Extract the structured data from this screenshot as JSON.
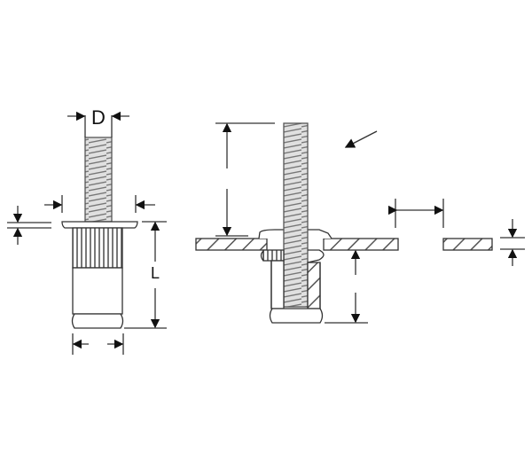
{
  "diagram": {
    "subject": "rivet stud (threaded blind rivet) dimension and installation drawing",
    "views": [
      {
        "name": "side-view",
        "labels": {
          "diameter": "D",
          "length": "L"
        }
      },
      {
        "name": "installed-section-view"
      },
      {
        "name": "plate-hole-detail"
      }
    ],
    "colors": {
      "line": "#222222",
      "thread": "#8a8a8a",
      "hatch": "#555555",
      "background": "#ffffff"
    }
  }
}
